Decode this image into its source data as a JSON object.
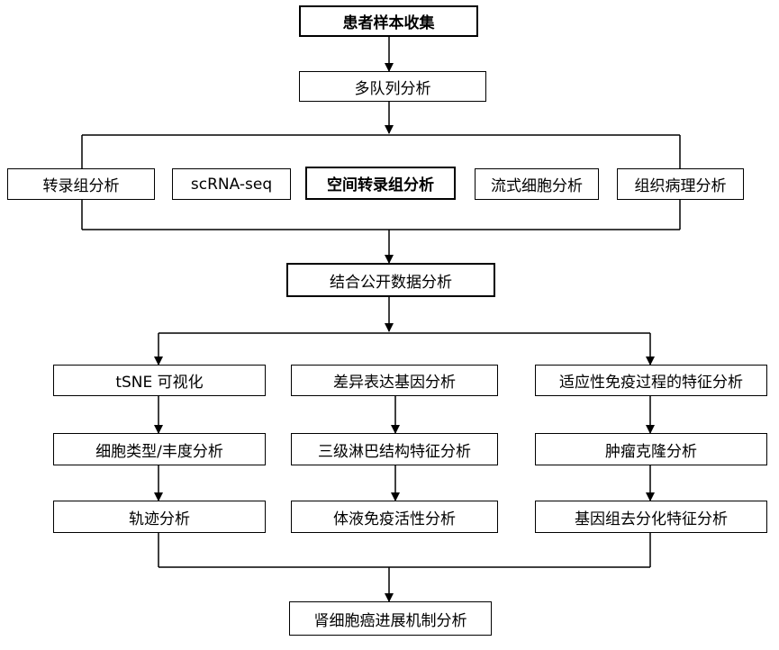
{
  "nodes": {
    "collect": "患者样本收集",
    "multi_cohort": "多队列分析",
    "transcriptome": "转录组分析",
    "scrna": "scRNA-seq",
    "spatial": "空间转录组分析",
    "flow": "流式细胞分析",
    "histopath": "组织病理分析",
    "public_data": "结合公开数据分析",
    "tsne": "tSNE 可视化",
    "cell_type": "细胞类型/丰度分析",
    "trajectory": "轨迹分析",
    "deg": "差异表达基因分析",
    "tls": "三级淋巴结构特征分析",
    "humoral": "体液免疫活性分析",
    "adaptive": "适应性免疫过程的特征分析",
    "clonal": "肿瘤克隆分析",
    "dediff": "基因组去分化特征分析",
    "mechanism": "肾细胞癌进展机制分析"
  },
  "colors": {
    "line": "#000000",
    "box_border": "#000000",
    "box_fill": "#ffffff",
    "text": "#000000"
  }
}
